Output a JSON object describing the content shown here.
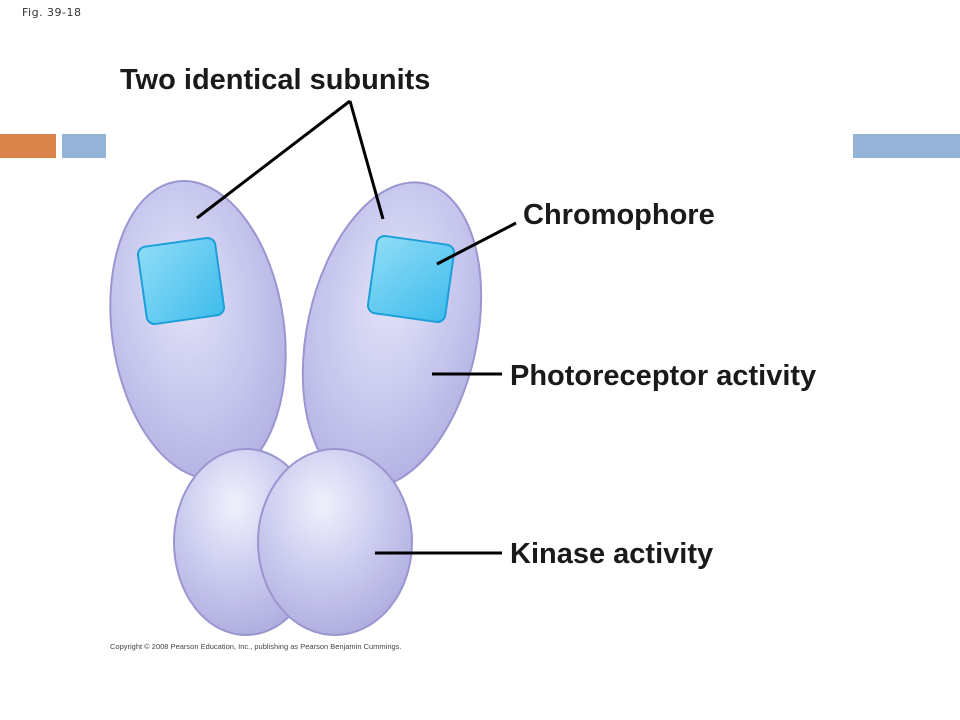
{
  "slide": {
    "figure_label": "Fig. 39-18",
    "labels": {
      "subunits": "Two identical subunits",
      "chromophore": "Chromophore",
      "photoreceptor": "Photoreceptor activity",
      "kinase": "Kinase activity"
    },
    "copyright": "Copyright © 2008 Pearson Education, Inc., publishing as Pearson Benjamin Cummings."
  },
  "colors": {
    "accent_orange": "#d9834b",
    "accent_blue": "#95b3d7",
    "subunit_fill": "#c4c4ec",
    "subunit_stroke": "#9a96cf",
    "chromophore_fill": "#4fc5ef",
    "chromophore_stroke": "#1b9fd8",
    "leader_line": "#000000"
  }
}
